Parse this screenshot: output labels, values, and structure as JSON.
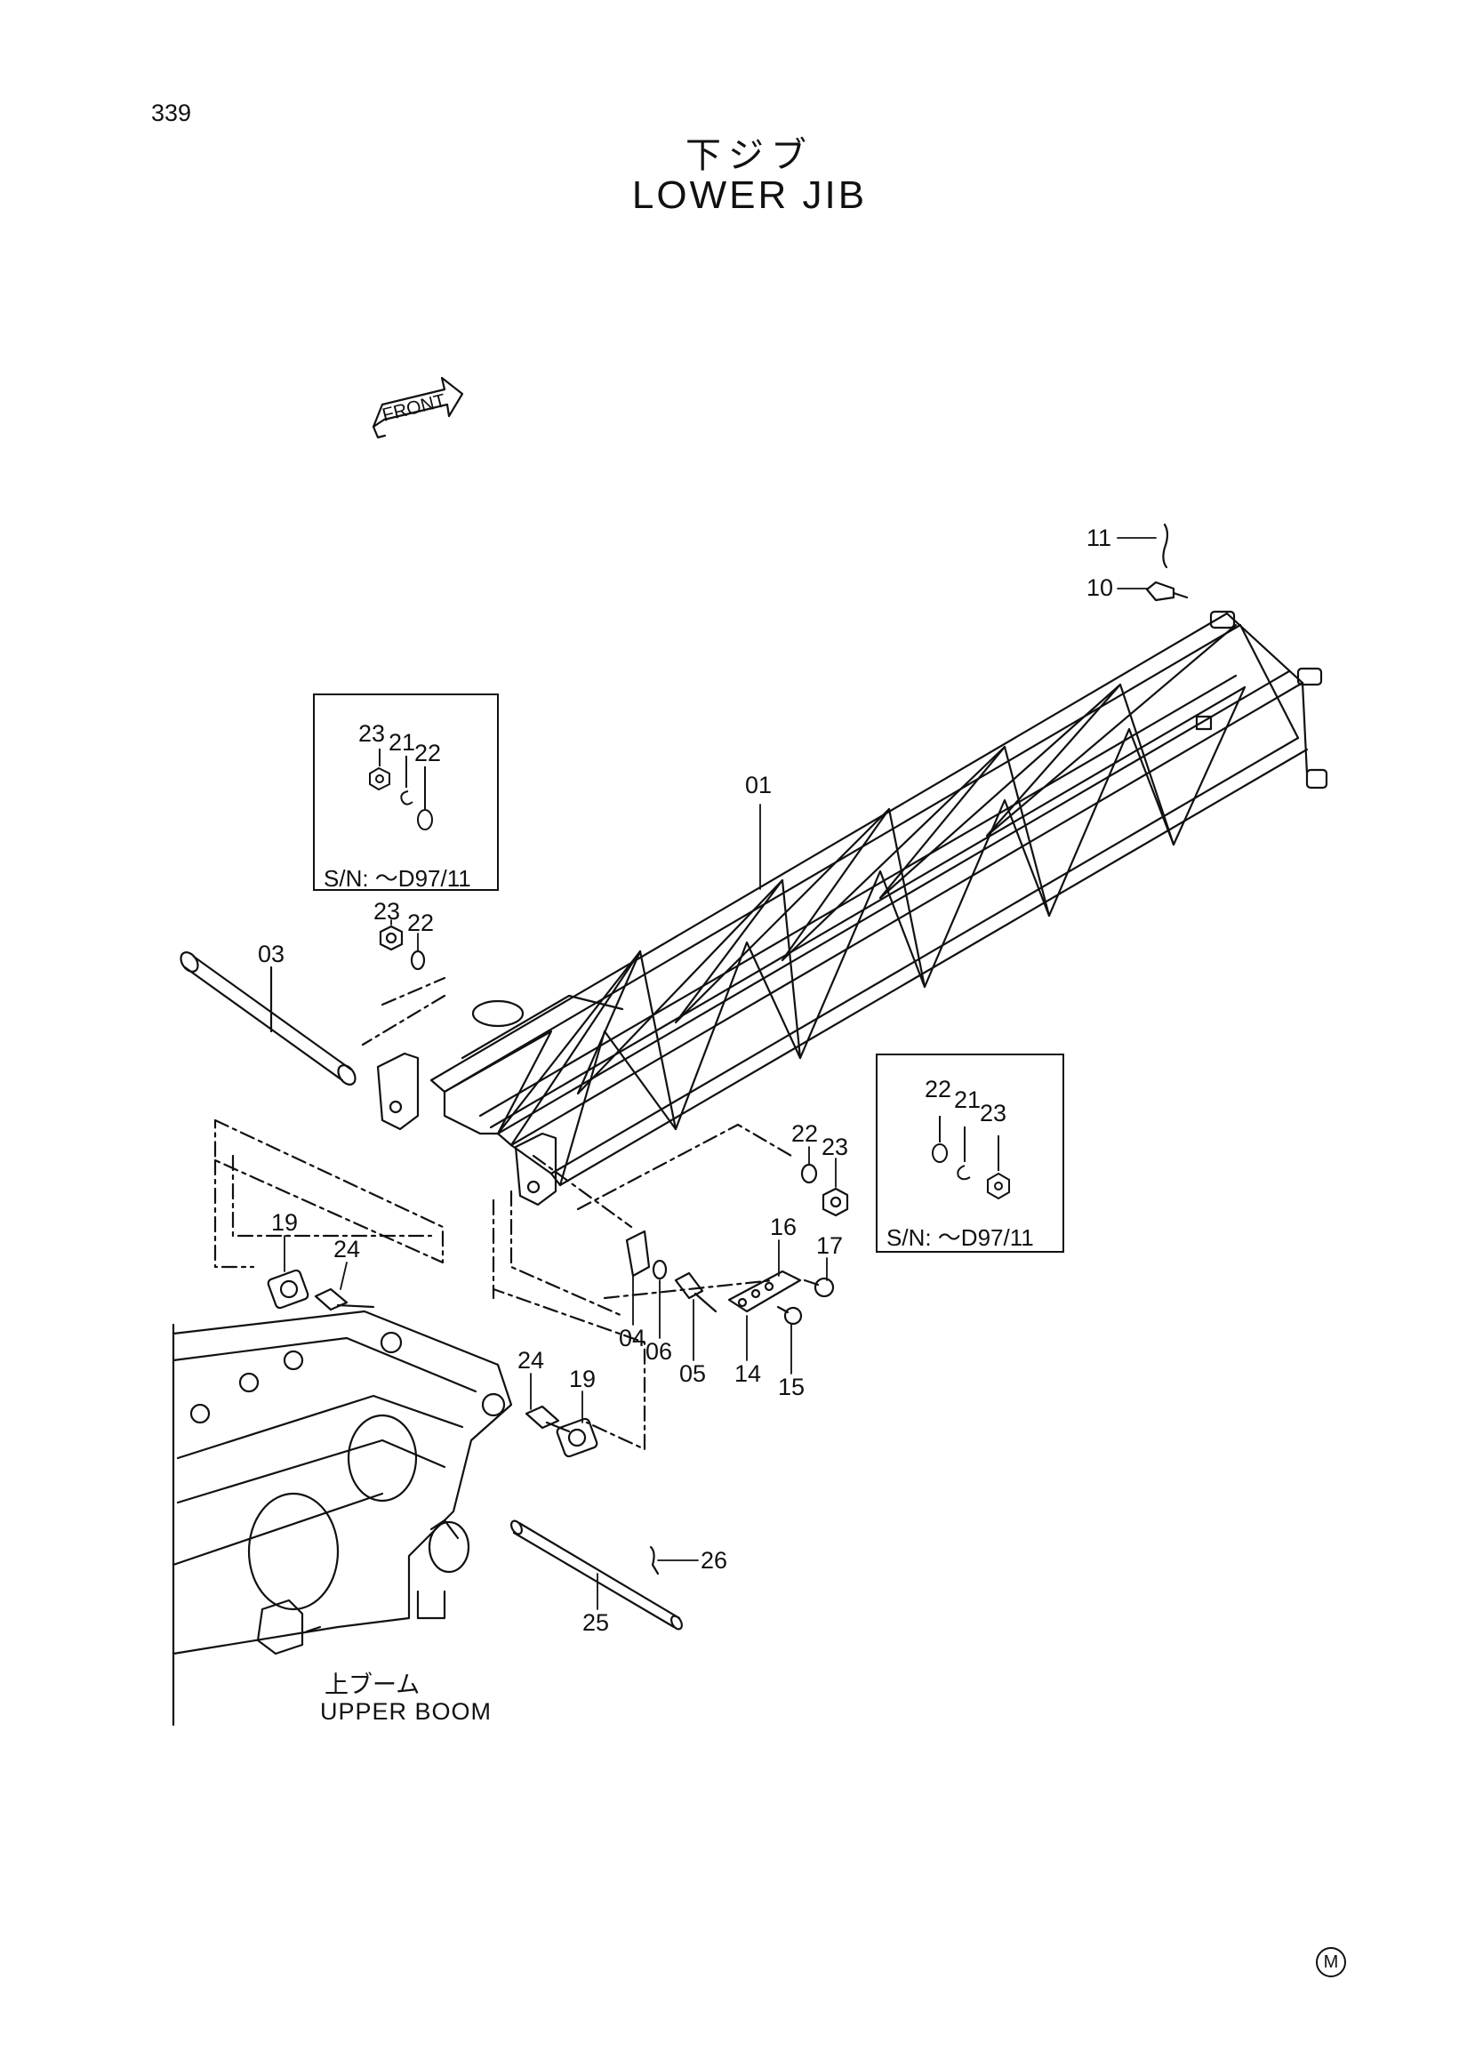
{
  "page_number": "339",
  "title_jp": "下ジブ",
  "title_en": "LOWER JIB",
  "front_label": "FRONT",
  "upper_boom_jp": "上ブーム",
  "upper_boom_en": "UPPER BOOM",
  "maker_mark": "M",
  "insets": {
    "left": {
      "serial": "S/N:  ～D97/11",
      "parts": [
        "23",
        "21",
        "22"
      ]
    },
    "right": {
      "serial": "S/N:  ～D97/11",
      "parts": [
        "22",
        "21",
        "23"
      ]
    }
  },
  "callouts": [
    "01",
    "03",
    "04",
    "05",
    "06",
    "10",
    "11",
    "14",
    "15",
    "16",
    "17",
    "19",
    "19",
    "22",
    "22",
    "23",
    "23",
    "24",
    "24",
    "25",
    "26"
  ]
}
